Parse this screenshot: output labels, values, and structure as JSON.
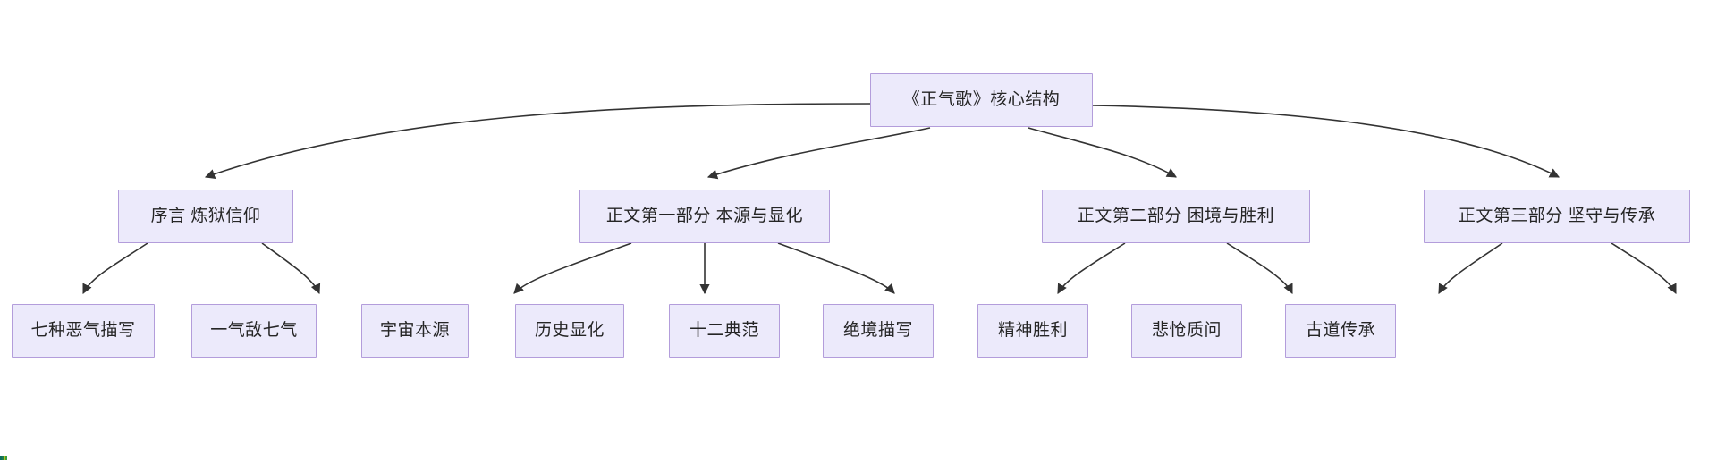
{
  "diagram": {
    "type": "flowchart-tree",
    "direction": "top-down",
    "title_node": "《正气歌》核心结构",
    "theme": {
      "node_fill": "#ECEAFB",
      "node_stroke": "#B39DDB",
      "edge_stroke": "#333333",
      "text_color": "#252525",
      "background": "#FFFFFF"
    },
    "nodes": {
      "root": {
        "id": "root",
        "label": "《正气歌》核心结构"
      },
      "level2": [
        {
          "id": "p0",
          "label": "序言 炼狱信仰"
        },
        {
          "id": "p1",
          "label": "正文第一部分 本源与显化"
        },
        {
          "id": "p2",
          "label": "正文第二部分 困境与胜利"
        },
        {
          "id": "p3",
          "label": "正文第三部分 坚守与传承"
        }
      ],
      "level3": [
        {
          "id": "c00",
          "parent": "p0",
          "label": "七种恶气描写"
        },
        {
          "id": "c01",
          "parent": "p0",
          "label": "一气敌七气"
        },
        {
          "id": "c10",
          "parent": "p1",
          "label": "宇宙本源"
        },
        {
          "id": "c11",
          "parent": "p1",
          "label": "历史显化"
        },
        {
          "id": "c12",
          "parent": "p1",
          "label": "十二典范"
        },
        {
          "id": "c20",
          "parent": "p2",
          "label": "绝境描写"
        },
        {
          "id": "c21",
          "parent": "p2",
          "label": "精神胜利"
        },
        {
          "id": "c30",
          "parent": "p3",
          "label": "悲怆质问"
        },
        {
          "id": "c31",
          "parent": "p3",
          "label": "古道传承"
        }
      ]
    },
    "edges": [
      {
        "from": "root",
        "to": "p0"
      },
      {
        "from": "root",
        "to": "p1"
      },
      {
        "from": "root",
        "to": "p2"
      },
      {
        "from": "root",
        "to": "p3"
      },
      {
        "from": "p0",
        "to": "c00"
      },
      {
        "from": "p0",
        "to": "c01"
      },
      {
        "from": "p1",
        "to": "c10"
      },
      {
        "from": "p1",
        "to": "c11"
      },
      {
        "from": "p1",
        "to": "c12"
      },
      {
        "from": "p2",
        "to": "c20"
      },
      {
        "from": "p2",
        "to": "c21"
      },
      {
        "from": "p3",
        "to": "c30"
      },
      {
        "from": "p3",
        "to": "c31"
      }
    ]
  }
}
